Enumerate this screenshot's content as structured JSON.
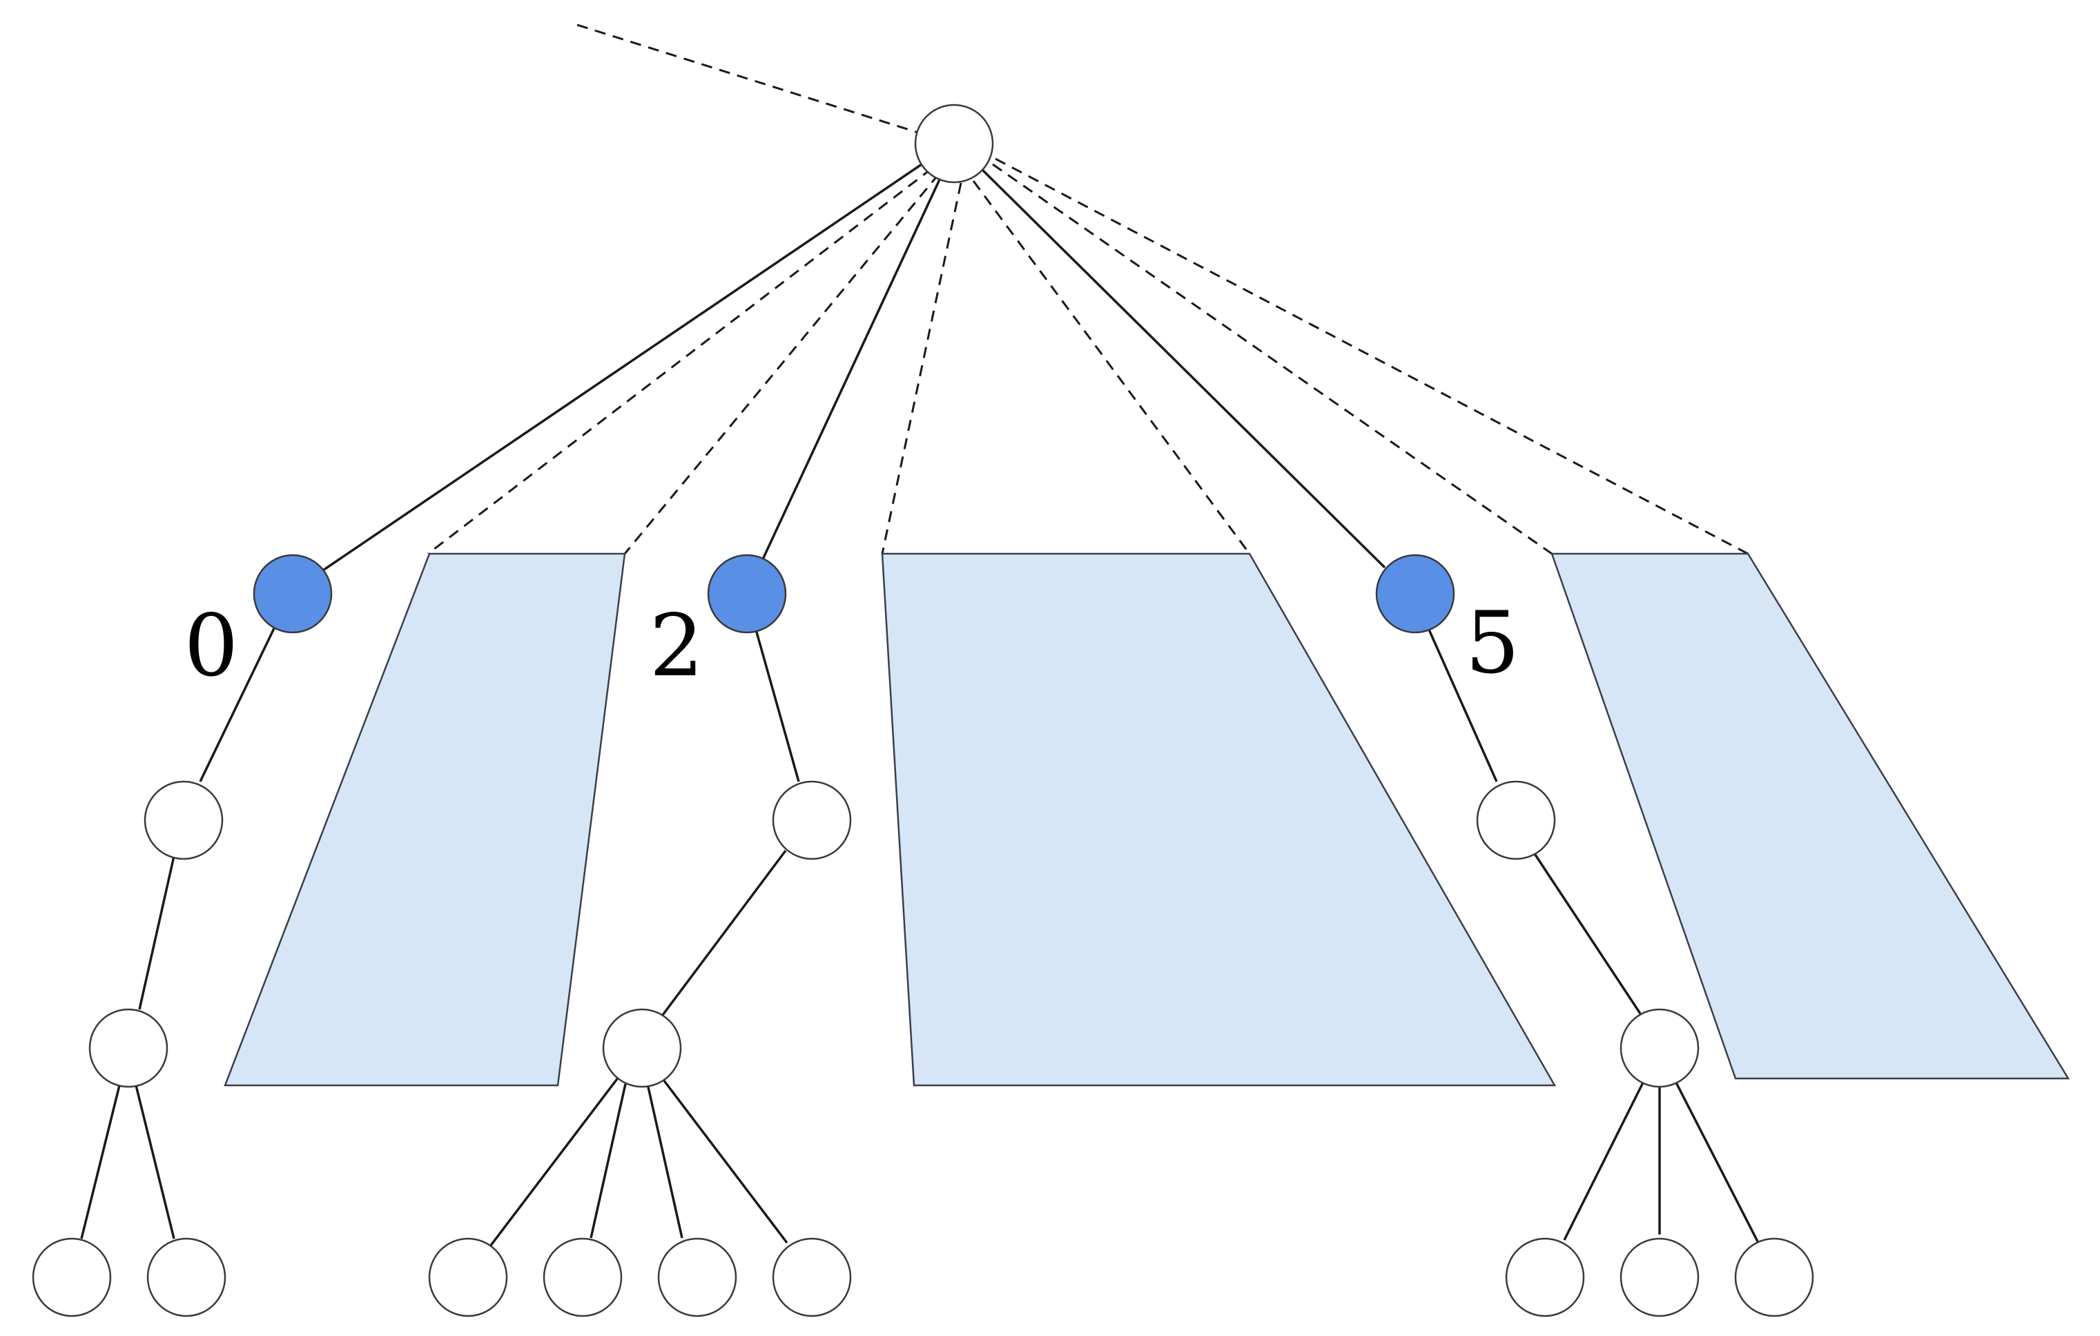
{
  "diagram": {
    "labels": {
      "zero": "0",
      "two": "2",
      "five": "5"
    },
    "colors": {
      "highlighted_node": "#5a8fe6",
      "subtree_fill": "#d7e6f6",
      "edge": "#1a1a1a",
      "node_stroke": "#3a3a3a"
    }
  }
}
